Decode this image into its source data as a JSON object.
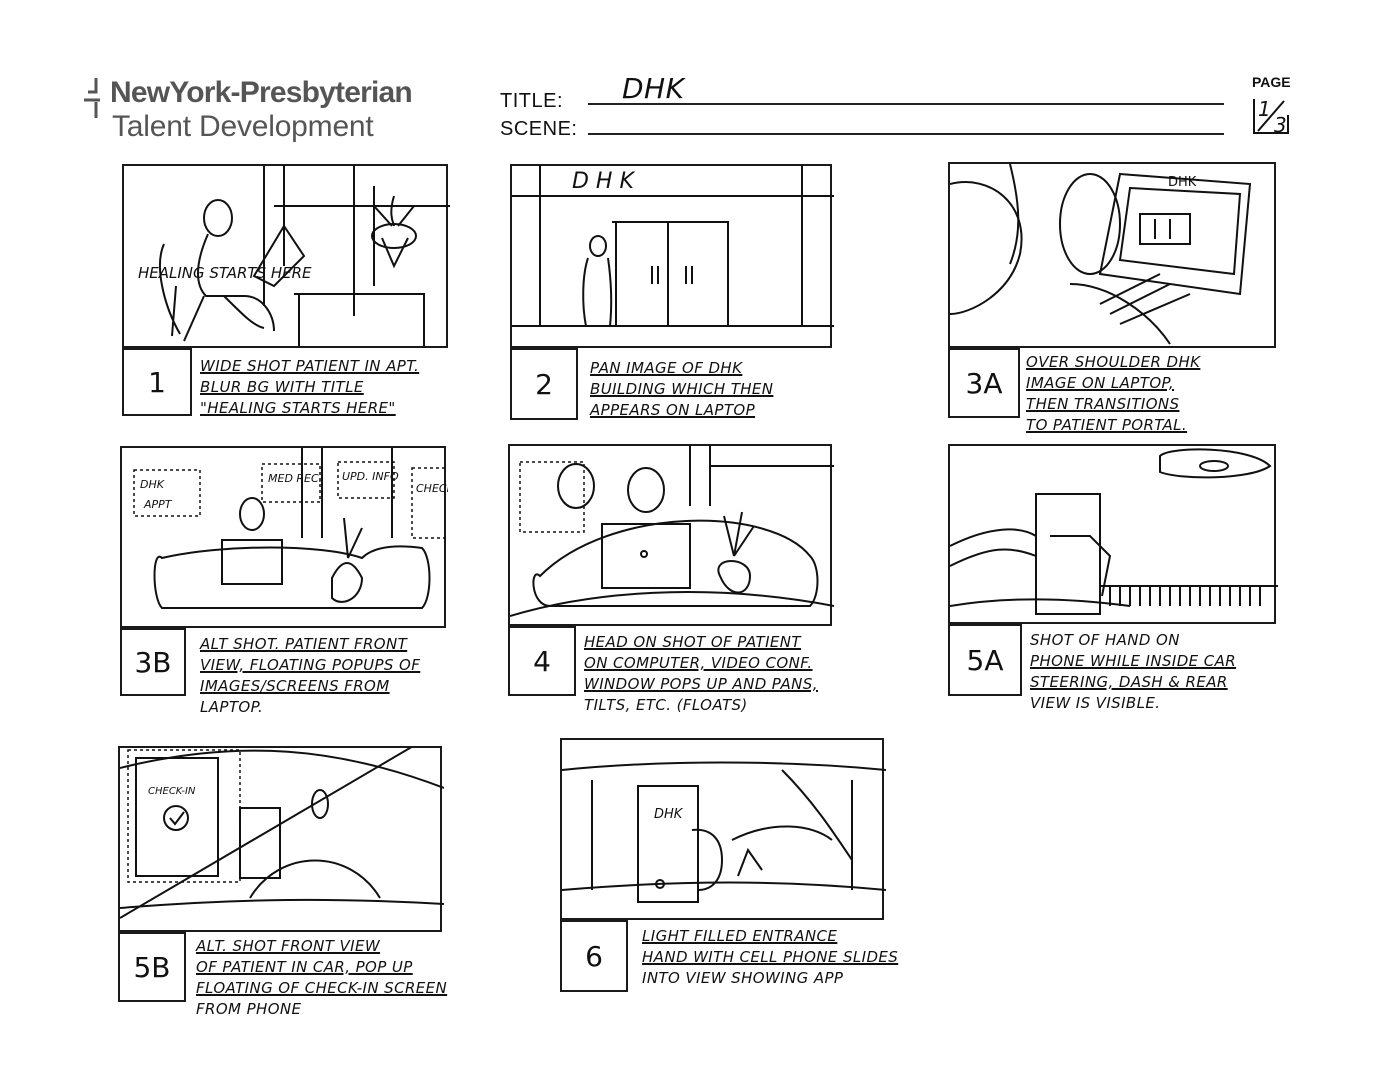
{
  "header": {
    "org_name": "NewYork-Presbyterian",
    "org_sub": "Talent Development",
    "title_label": "TITLE:",
    "title_value": "DHK",
    "scene_label": "SCENE:",
    "scene_value": "",
    "page_label": "PAGE",
    "page_current": "1",
    "page_total": "3"
  },
  "panels": [
    {
      "number": "1",
      "lines": [
        "WIDE SHOT PATIENT IN APT.",
        "BLUR BG WITH TITLE",
        "\"HEALING STARTS HERE\""
      ],
      "art_text": "HEALING STARTS HERE"
    },
    {
      "number": "2",
      "lines": [
        "PAN IMAGE OF DHK",
        "BUILDING WHICH THEN",
        "APPEARS ON LAPTOP"
      ],
      "art_text": "D H K"
    },
    {
      "number": "3A",
      "lines": [
        "OVER SHOULDER DHK",
        "IMAGE ON LAPTOP,",
        "THEN TRANSITIONS",
        "TO PATIENT PORTAL."
      ],
      "art_text": "DHK"
    },
    {
      "number": "3B",
      "lines": [
        "ALT SHOT. PATIENT FRONT",
        "VIEW, FLOATING POPUPS OF",
        "IMAGES/SCREENS FROM",
        "LAPTOP."
      ],
      "popups": [
        "DHK",
        "APPT",
        "MED REC.",
        "UPD. INFO",
        "CHECK IN"
      ]
    },
    {
      "number": "4",
      "lines": [
        "HEAD ON SHOT OF PATIENT",
        "ON COMPUTER, VIDEO CONF.",
        "WINDOW POPS UP AND PANS,",
        "TILTS, ETC. (FLOATS)"
      ]
    },
    {
      "number": "5A",
      "lines": [
        "SHOT OF HAND ON",
        "PHONE WHILE INSIDE CAR",
        "STEERING, DASH & REAR",
        "VIEW IS VISIBLE."
      ]
    },
    {
      "number": "5B",
      "lines": [
        "ALT. SHOT FRONT VIEW",
        "OF PATIENT IN CAR, POP UP",
        "FLOATING OF CHECK-IN SCREEN",
        "FROM PHONE"
      ],
      "art_text": "CHECK-IN"
    },
    {
      "number": "6",
      "lines": [
        "LIGHT FILLED ENTRANCE",
        "HAND WITH CELL PHONE SLIDES",
        "INTO VIEW SHOWING APP"
      ],
      "art_text": "DHK"
    }
  ]
}
